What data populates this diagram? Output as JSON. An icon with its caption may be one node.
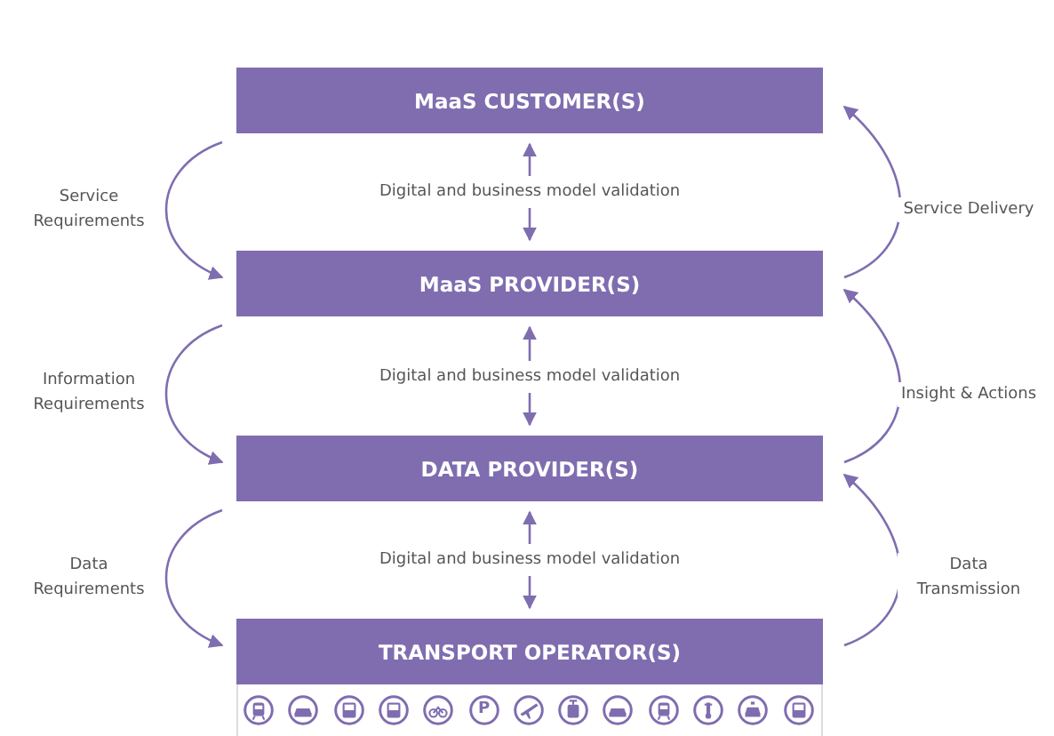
{
  "diagram": {
    "nodes": [
      {
        "text": [
          "MaaS CUSTOMER(S)"
        ]
      },
      {
        "text": [
          "MaaS PROVIDER(S)"
        ]
      },
      {
        "text": [
          "DATA PROVIDER(S)"
        ]
      },
      {
        "text": [
          "TRANSPORT OPERATOR(S)"
        ]
      }
    ],
    "edges": [
      {
        "from": 0,
        "to": 1,
        "arrow": "to",
        "label": "Service Requirements"
      },
      {
        "from": 1,
        "to": 0,
        "arrow": "to",
        "label": "Service Delivery"
      },
      {
        "from": 0,
        "to": 1,
        "arrow": "both",
        "label": "Digital and business model validation"
      },
      {
        "from": 1,
        "to": 2,
        "arrow": "to",
        "label": "Information Requirements"
      },
      {
        "from": 2,
        "to": 1,
        "arrow": "to",
        "label": "Insight & Actions"
      },
      {
        "from": 1,
        "to": 2,
        "arrow": "both",
        "label": "Digital and business model validation"
      },
      {
        "from": 2,
        "to": 3,
        "arrow": "to",
        "label": "Data Requirements"
      },
      {
        "from": 3,
        "to": 2,
        "arrow": "to",
        "label": "Data Transmission"
      },
      {
        "from": 2,
        "to": 3,
        "arrow": "both",
        "label": "Digital and business model validation"
      }
    ],
    "labels": [
      "P"
    ]
  }
}
